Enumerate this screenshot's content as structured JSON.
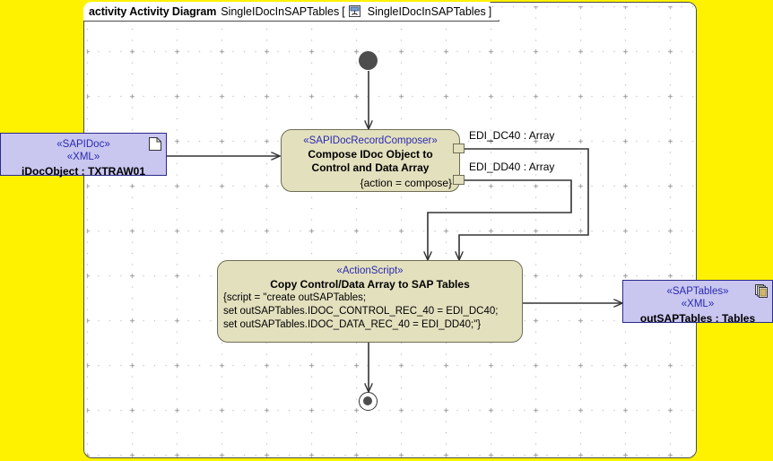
{
  "frame": {
    "keyword": "activity Activity Diagram",
    "name": "SingleIDocInSAPTables",
    "bracket_open": "[",
    "diagram_ref": "SingleIDocInSAPTables",
    "bracket_close": "]",
    "icon": "activity-diagram-icon",
    "background": "#FFFFFF",
    "border_color": "#4A4A4A"
  },
  "canvas": {
    "outer_background": "#FFF200",
    "grid": "dotted"
  },
  "nodes": {
    "initial": {
      "name": "initial-node",
      "color": "#4D4D4D"
    },
    "final": {
      "name": "activity-final-node",
      "color": "#4D4D4D"
    },
    "input_object": {
      "stereotype1": "«SAPIDoc»",
      "stereotype2": "«XML»",
      "label": "iDocObject : TXTRAW01",
      "icon": "document-icon",
      "fill": "#C9C6F0",
      "border": "#2A2A8C"
    },
    "output_object": {
      "stereotype1": "«SAPTables»",
      "stereotype2": "«XML»",
      "label": "outSAPTables : Tables",
      "icon": "table-stack-icon",
      "fill": "#C9C6F0",
      "border": "#2A2A8C"
    },
    "action1": {
      "stereotype": "«SAPIDocRecordComposer»",
      "name_line1": "Compose IDoc Object to",
      "name_line2": "Control and Data Array",
      "constraint": "{action = compose}",
      "fill": "#E3E0BE",
      "border": "#6E6E55"
    },
    "action2": {
      "stereotype": "«ActionScript»",
      "name": "Copy Control/Data Array to SAP Tables",
      "script_line1": "{script = \"create outSAPTables;",
      "script_line2": "set outSAPTables.IDOC_CONTROL_REC_40 = EDI_DC40;",
      "script_line3": "set outSAPTables.IDOC_DATA_REC_40 = EDI_DD40;\"}",
      "fill": "#E3E0BE",
      "border": "#6E6E55"
    }
  },
  "pins": [
    {
      "label": "EDI_DC40 : Array"
    },
    {
      "label": "EDI_DD40 : Array"
    }
  ]
}
